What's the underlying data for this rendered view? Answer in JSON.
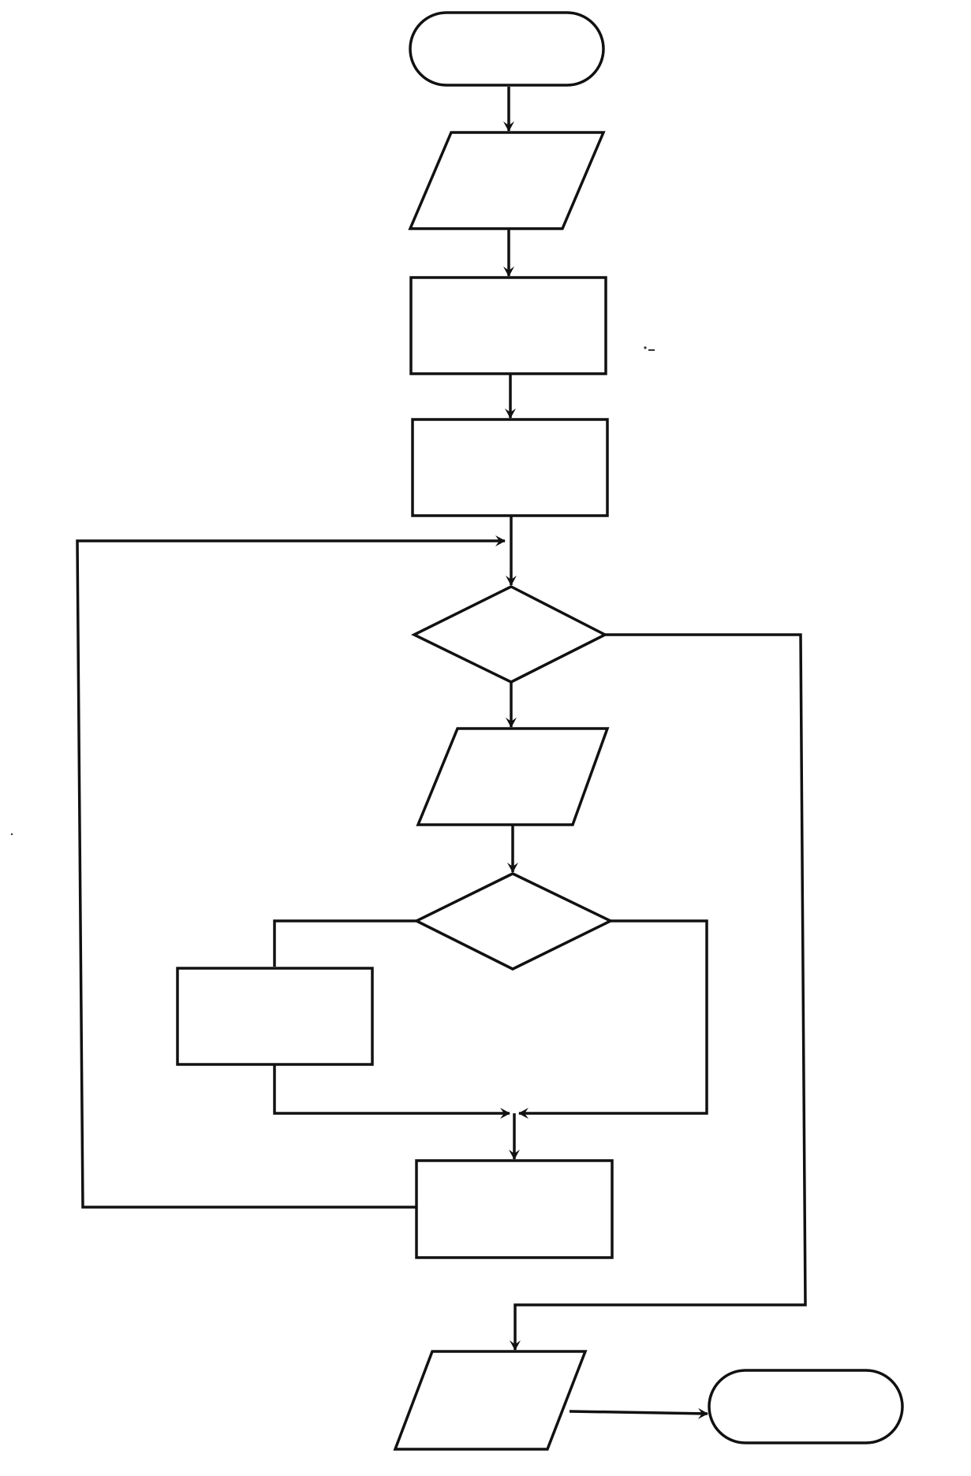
{
  "diagram": {
    "type": "flowchart",
    "nodes": [
      {
        "id": "start",
        "shape": "terminator",
        "text": ""
      },
      {
        "id": "input-1",
        "shape": "parallelogram",
        "text": ""
      },
      {
        "id": "process-1",
        "shape": "rectangle",
        "text": ""
      },
      {
        "id": "process-2",
        "shape": "rectangle",
        "text": ""
      },
      {
        "id": "decision-loop",
        "shape": "diamond",
        "text": ""
      },
      {
        "id": "input-2",
        "shape": "parallelogram",
        "text": ""
      },
      {
        "id": "decision-branch",
        "shape": "diamond",
        "text": ""
      },
      {
        "id": "process-branch",
        "shape": "rectangle",
        "text": ""
      },
      {
        "id": "process-update",
        "shape": "rectangle",
        "text": ""
      },
      {
        "id": "output",
        "shape": "parallelogram",
        "text": ""
      },
      {
        "id": "end",
        "shape": "terminator",
        "text": ""
      }
    ],
    "edges": [
      {
        "from": "start",
        "to": "input-1"
      },
      {
        "from": "input-1",
        "to": "process-1"
      },
      {
        "from": "process-1",
        "to": "process-2"
      },
      {
        "from": "process-2",
        "to": "decision-loop"
      },
      {
        "from": "decision-loop",
        "to": "input-2"
      },
      {
        "from": "decision-loop",
        "to": "output"
      },
      {
        "from": "input-2",
        "to": "decision-branch"
      },
      {
        "from": "decision-branch",
        "to": "process-branch"
      },
      {
        "from": "process-branch",
        "to": "process-update"
      },
      {
        "from": "decision-branch",
        "to": "process-update"
      },
      {
        "from": "process-update",
        "to": "decision-loop"
      },
      {
        "from": "output",
        "to": "end"
      }
    ],
    "colors": {
      "stroke": "#111111",
      "fill": "#ffffff"
    }
  }
}
